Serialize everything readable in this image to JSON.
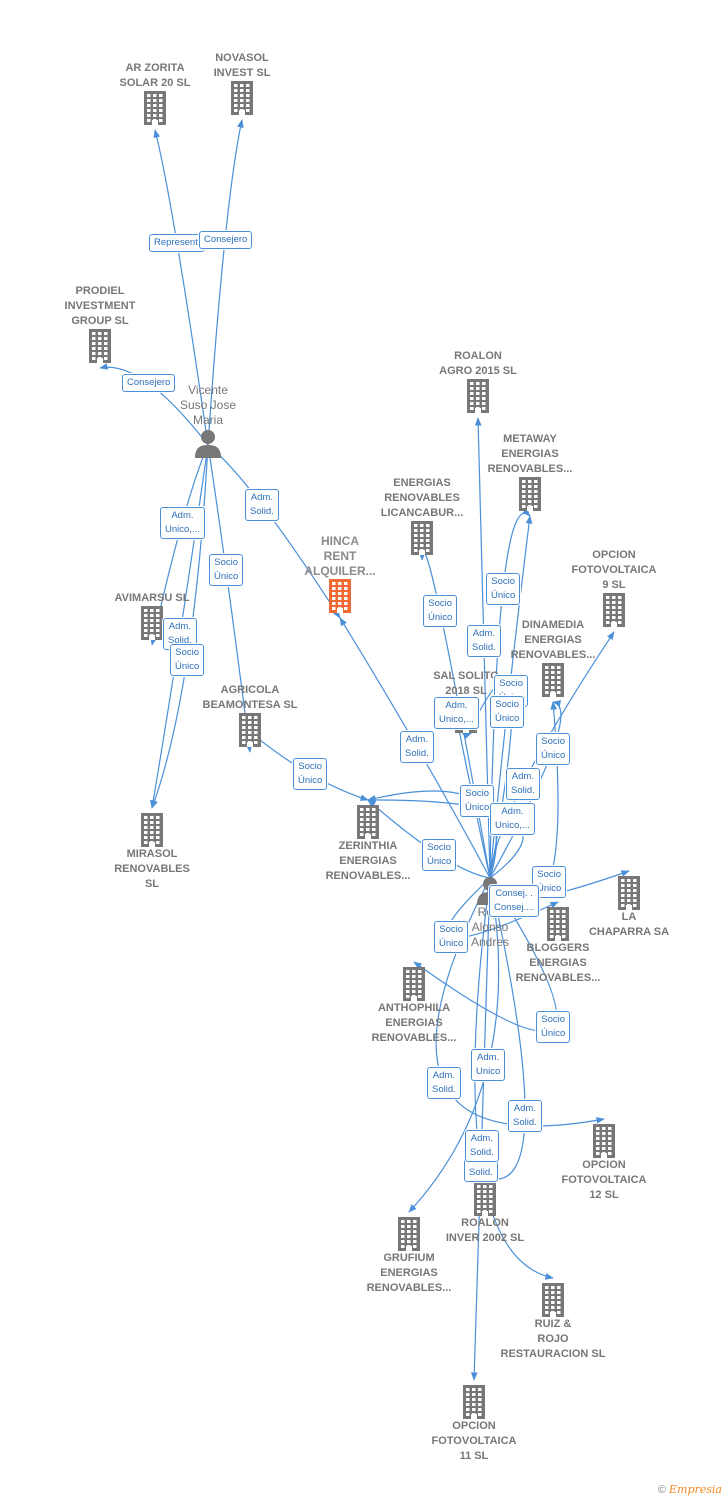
{
  "accent": "#4a90d9",
  "highlight": "#f06a35",
  "nodes": [
    {
      "id": "arzorita",
      "label": "AR ZORITA\nSOLAR 20 SL",
      "type": "company",
      "icon": "building-icon"
    },
    {
      "id": "novasol",
      "label": "NOVASOL\nINVEST SL",
      "type": "company",
      "icon": "building-icon"
    },
    {
      "id": "prodiel",
      "label": "PRODIEL\nINVESTMENT\nGROUP  SL",
      "type": "company",
      "icon": "building-icon"
    },
    {
      "id": "vicente",
      "label": "Vicente\nSuso Jose\nMaria",
      "type": "person",
      "icon": "person-icon"
    },
    {
      "id": "roalon_agro",
      "label": "ROALON\nAGRO 2015  SL",
      "type": "company",
      "icon": "building-icon"
    },
    {
      "id": "metaway",
      "label": "METAWAY\nENERGIAS\nRENOVABLES...",
      "type": "company",
      "icon": "building-icon"
    },
    {
      "id": "licancabur",
      "label": "ENERGIAS\nRENOVABLES\nLICANCABUR...",
      "type": "company",
      "icon": "building-icon"
    },
    {
      "id": "hinca",
      "label": "HINCA\nRENT\nALQUILER...",
      "type": "main",
      "icon": "building-icon"
    },
    {
      "id": "opcion9",
      "label": "OPCION\nFOTOVOLTAICA\n9 SL",
      "type": "company",
      "icon": "building-icon"
    },
    {
      "id": "avimarsu",
      "label": "AVIMARSU  SL",
      "type": "company",
      "icon": "building-icon"
    },
    {
      "id": "dinamedia",
      "label": "DINAMEDIA\nENERGIAS\nRENOVABLES...",
      "type": "company",
      "icon": "building-icon"
    },
    {
      "id": "salsolito",
      "label": "SAL SOLITO\n2018  SL",
      "type": "company",
      "icon": "building-icon"
    },
    {
      "id": "agricola",
      "label": "AGRICOLA\nBEAMONTESA SL",
      "type": "company",
      "icon": "building-icon"
    },
    {
      "id": "mirasol",
      "label": "MIRASOL\nRENOVABLES\nSL",
      "type": "company",
      "icon": "building-icon"
    },
    {
      "id": "zerinthia",
      "label": "ZERINTHIA\nENERGIAS\nRENOVABLES...",
      "type": "company",
      "icon": "building-icon"
    },
    {
      "id": "rojo",
      "label": "Rojo\nAlonso\nAndres",
      "type": "person",
      "icon": "person-icon"
    },
    {
      "id": "chaparra",
      "label": "LA\nCHAPARRA SA",
      "type": "company",
      "icon": "building-icon"
    },
    {
      "id": "bloggers",
      "label": "BLOGGERS\nENERGIAS\nRENOVABLES...",
      "type": "company",
      "icon": "building-icon"
    },
    {
      "id": "anthophila",
      "label": "ANTHOPHILA\nENERGIAS\nRENOVABLES...",
      "type": "company",
      "icon": "building-icon"
    },
    {
      "id": "opcion12",
      "label": "OPCION\nFOTOVOLTAICA\n12 SL",
      "type": "company",
      "icon": "building-icon"
    },
    {
      "id": "roalon_inver",
      "label": "ROALON\nINVER 2002 SL",
      "type": "company",
      "icon": "building-icon"
    },
    {
      "id": "grufium",
      "label": "GRUFIUM\nENERGIAS\nRENOVABLES...",
      "type": "company",
      "icon": "building-icon"
    },
    {
      "id": "ruiz",
      "label": "RUIZ &\nROJO\nRESTAURACION SL",
      "type": "company",
      "icon": "building-icon"
    },
    {
      "id": "opcion11",
      "label": "OPCION\nFOTOVOLTAICA\n11 SL",
      "type": "company",
      "icon": "building-icon"
    }
  ],
  "edges": [
    {
      "from": "vicente",
      "to": "arzorita",
      "label": "Represent."
    },
    {
      "from": "vicente",
      "to": "novasol",
      "label": "Consejero"
    },
    {
      "from": "vicente",
      "to": "prodiel",
      "label": "Consejero"
    },
    {
      "from": "vicente",
      "to": "hinca",
      "label": "Adm.\nSolid."
    },
    {
      "from": "vicente",
      "to": "avimarsu",
      "label": "Adm.\nUnico,..."
    },
    {
      "from": "vicente",
      "to": "agricola",
      "label": "Socio\nÚnico"
    },
    {
      "from": "vicente",
      "to": "mirasol",
      "label": "Adm.\nSolid."
    },
    {
      "from": "vicente",
      "to": "mirasol",
      "label": "Socio\nÚnico"
    },
    {
      "from": "agricola",
      "to": "zerinthia",
      "label": "Socio\nÚnico"
    },
    {
      "from": "rojo",
      "to": "hinca",
      "label": "Adm.\nSolid."
    },
    {
      "from": "rojo",
      "to": "licancabur",
      "label": "Socio\nÚnico"
    },
    {
      "from": "rojo",
      "to": "roalon_agro",
      "label": "Adm.\nSolid."
    },
    {
      "from": "rojo",
      "to": "metaway",
      "label": "Socio\nÚnico"
    },
    {
      "from": "rojo",
      "to": "salsolito",
      "label": "Adm.\nUnico,..."
    },
    {
      "from": "rojo",
      "to": "salsolito",
      "label": "Socio\nÚnico"
    },
    {
      "from": "rojo",
      "to": "metaway",
      "label": "Socio\nÚnico"
    },
    {
      "from": "rojo",
      "to": "dinamedia",
      "label": "Socio\nÚnico"
    },
    {
      "from": "rojo",
      "to": "opcion9",
      "label": "Adm.\nSolid."
    },
    {
      "from": "rojo",
      "to": "zerinthia",
      "label": "Socio\nÚnico"
    },
    {
      "from": "rojo",
      "to": "zerinthia",
      "label": "Adm.\nUnico,..."
    },
    {
      "from": "rojo",
      "to": "zerinthia",
      "label": "Socio\nÚnico"
    },
    {
      "from": "rojo",
      "to": "dinamedia",
      "label": "Socio\nÚnico"
    },
    {
      "from": "rojo",
      "to": "chaparra",
      "label": "Consej. .\nConsej...."
    },
    {
      "from": "rojo",
      "to": "bloggers",
      "label": "Socio\nÚnico"
    },
    {
      "from": "rojo",
      "to": "anthophila",
      "label": "Socio\nÚnico"
    },
    {
      "from": "rojo",
      "to": "opcion12",
      "label": "Adm.\nSolid."
    },
    {
      "from": "rojo",
      "to": "grufium",
      "label": "Adm.\nUnico"
    },
    {
      "from": "rojo",
      "to": "roalon_inver",
      "label": "Adm.\nSolid."
    },
    {
      "from": "rojo",
      "to": "ruiz",
      "label": "Adm.\nSolid."
    },
    {
      "from": "rojo",
      "to": "opcion11",
      "label": "Adm.\nSolid."
    }
  ],
  "footer": {
    "copyright": "©",
    "brand": "Empresia"
  }
}
